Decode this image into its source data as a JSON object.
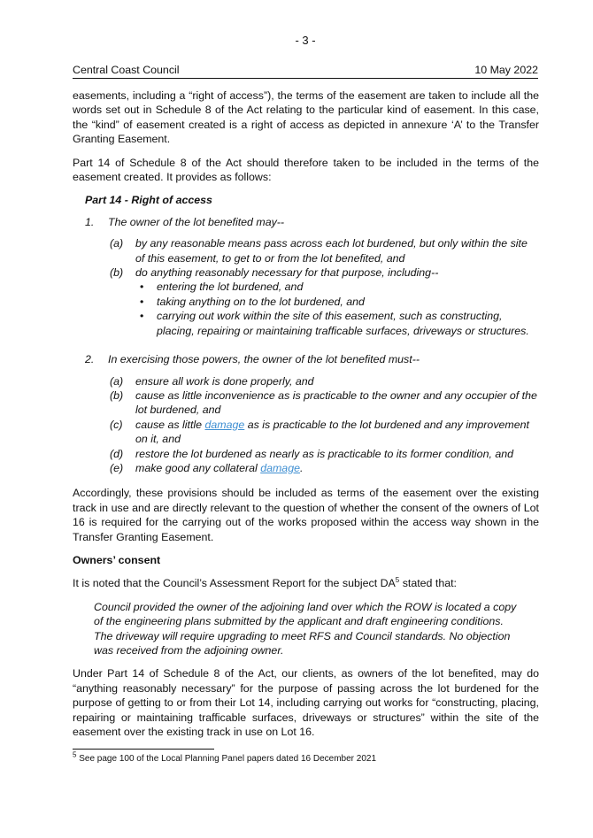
{
  "page_number": "- 3 -",
  "header": {
    "left": "Central Coast Council",
    "right": "10 May 2022"
  },
  "para1": "easements, including a “right of access”), the terms of the easement are taken to include all the words set out in Schedule 8 of the Act relating to the particular kind of easement. In this case, the “kind” of easement created is a right of access as depicted in annexure ‘A’ to the Transfer Granting Easement.",
  "para2": "Part 14 of Schedule 8 of the Act should therefore taken to be included in the terms of the easement created. It provides as follows:",
  "part14": {
    "heading": "Part 14 - Right of access",
    "item1": {
      "num": "1.",
      "text": "The owner of the lot benefited may--",
      "a_label": "(a)",
      "a_text": "by any reasonable means pass across each lot burdened, but only within the site of this easement, to get to or from the lot benefited, and",
      "b_label": "(b)",
      "b_text": "do anything reasonably necessary for that purpose, including--",
      "bullet_glyph": "•",
      "bullets": [
        "entering the lot burdened, and",
        "taking anything on to the lot burdened, and",
        "carrying out work within the site of this easement, such as constructing, placing, repairing or maintaining trafficable surfaces, driveways or structures."
      ]
    },
    "item2": {
      "num": "2.",
      "text": "In exercising those powers, the owner of the lot benefited must--",
      "a_label": "(a)",
      "a_text": "ensure all work is done properly, and",
      "b_label": "(b)",
      "b_text": "cause as little inconvenience as is practicable to the owner and any occupier of the lot burdened, and",
      "c_label": "(c)",
      "c_pre": " cause as little ",
      "c_link": "damage",
      "c_post": " as is practicable to the lot burdened and any improvement on it, and",
      "d_label": "(d)",
      "d_text": "restore the lot burdened as nearly as is practicable to its former condition, and",
      "e_label": "(e)",
      "e_pre": "make good any collateral ",
      "e_link": "damage",
      "e_post": "."
    }
  },
  "para3": "Accordingly, these provisions should be included as terms of the easement over the existing track in use and are directly relevant to the question of whether the consent of the owners of Lot 16 is required for the carrying out of the works proposed within the access way shown in the Transfer Granting Easement.",
  "owners_heading": "Owners’ consent",
  "para4_pre": "It is noted that the Council’s Assessment Report for the subject DA",
  "para4_sup": "5",
  "para4_post": " stated that:",
  "quote": "Council provided the owner of the adjoining land over which the ROW is located a copy of the engineering plans submitted by the applicant and draft engineering conditions. The driveway will require upgrading to meet RFS and Council standards. No objection was received from the adjoining owner.",
  "para5": "Under Part 14 of Schedule 8 of the Act, our clients, as owners of the lot benefited, may do “anything reasonably necessary” for the purpose of passing across the lot burdened for the purpose of getting to or from their Lot 14, including carrying out works for “constructing, placing, repairing or maintaining trafficable surfaces, driveways or structures” within the site of the easement over the existing track in use on Lot 16.",
  "footnote": {
    "mark": "5",
    "text": " See page 100 of the Local Planning Panel papers dated 16 December 2021"
  },
  "colors": {
    "link": "#3f8fd2",
    "text": "#111111"
  }
}
